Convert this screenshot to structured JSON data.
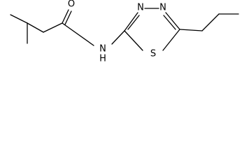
{
  "molecule": {
    "atoms": {
      "oxygen": "O",
      "amide_nitrogen": "N",
      "amide_hydrogen": "H",
      "ring_nitrogen_left": "N",
      "ring_nitrogen_right": "N",
      "ring_sulfur": "S"
    },
    "colors": {
      "bond": "#000000",
      "label": "#000000",
      "background": "#ffffff"
    }
  }
}
